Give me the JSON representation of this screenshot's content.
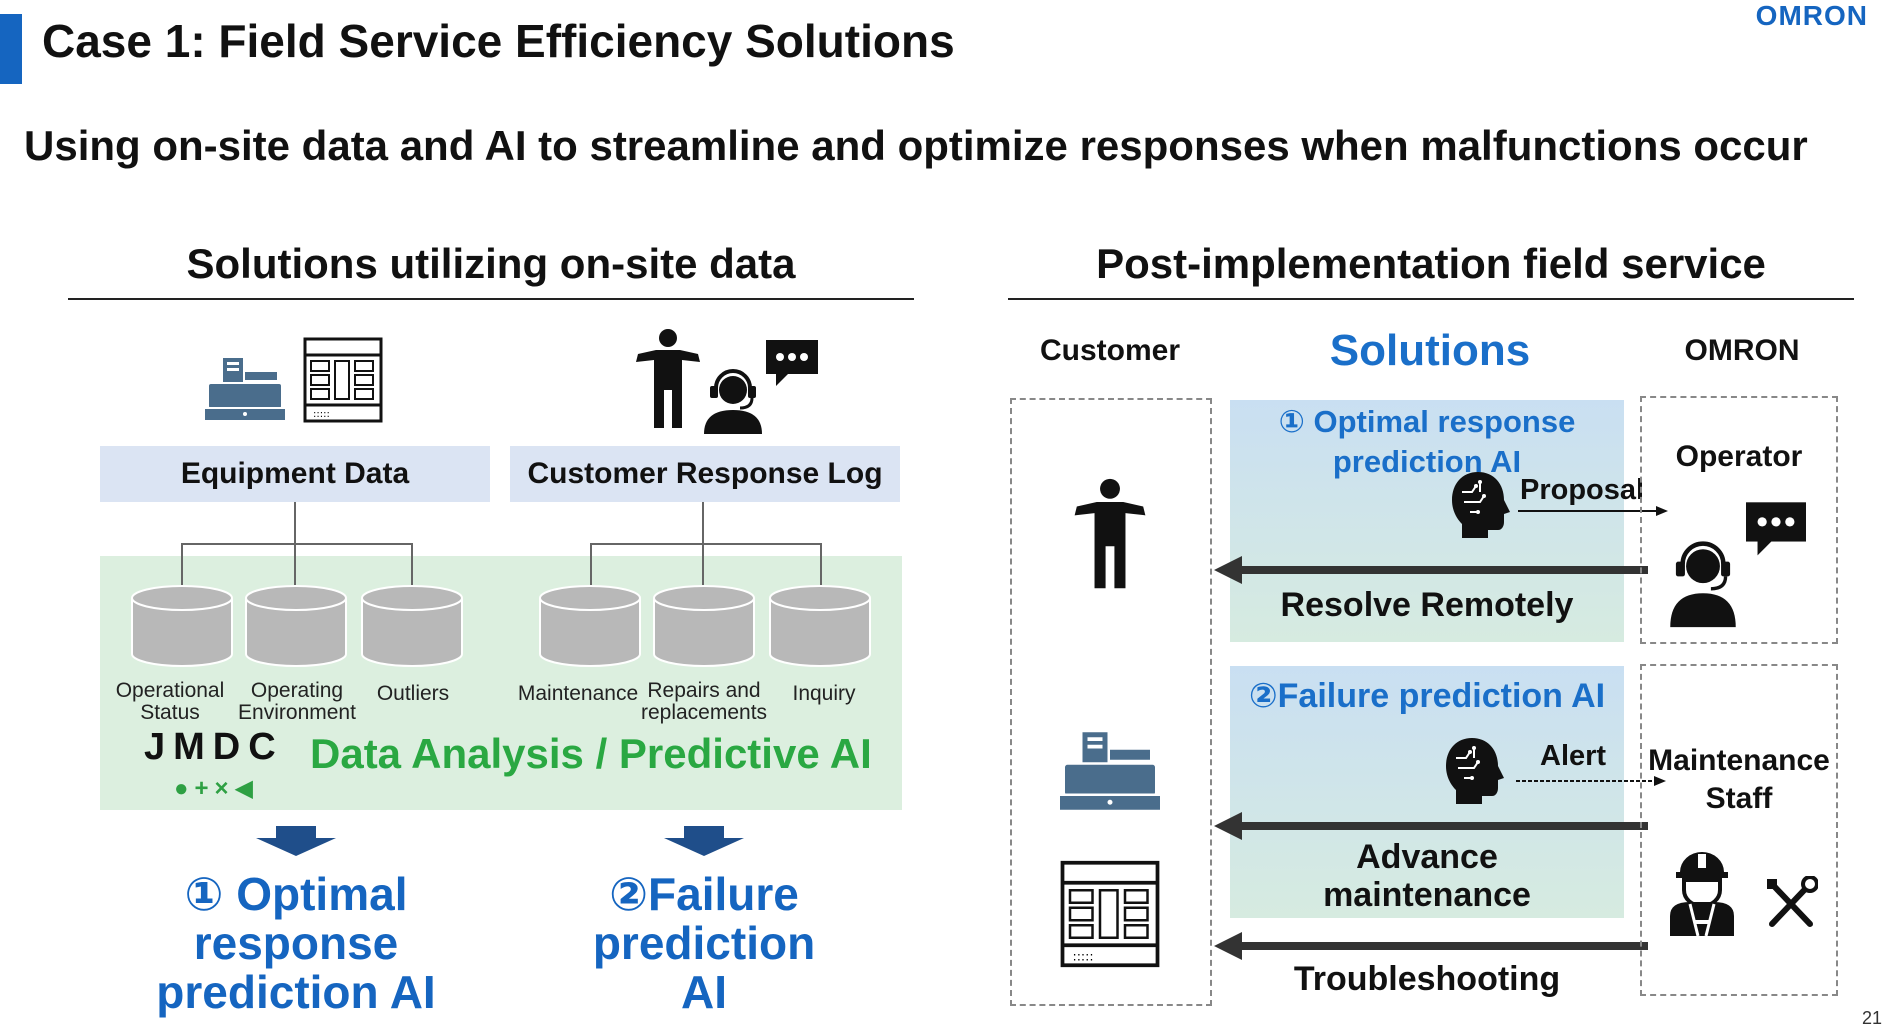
{
  "header": {
    "title": "Case 1: Field Service Efficiency Solutions",
    "logo": "OMRON",
    "subtitle": "Using on-site data and AI to streamline and optimize responses when malfunctions occur"
  },
  "left": {
    "section_title": "Solutions utilizing on-site data",
    "sources": [
      {
        "label": "Equipment Data",
        "icons": [
          "cash-register-icon",
          "server-rack-icon"
        ]
      },
      {
        "label": "Customer Response Log",
        "icons": [
          "person-icon",
          "operator-headset-icon",
          "chat-bubble-icon"
        ]
      }
    ],
    "databases": [
      {
        "label": "Operational\nStatus"
      },
      {
        "label": "Operating\nEnvironment"
      },
      {
        "label": "Outliers"
      },
      {
        "label": "Maintenance"
      },
      {
        "label": "Repairs and\nreplacements"
      },
      {
        "label": "Inquiry"
      }
    ],
    "partner_logo": "JMDC",
    "partner_symbols": "●+×◀",
    "analysis_label": "Data Analysis / Predictive AI",
    "results": [
      {
        "line1": "① Optimal",
        "line2": "response",
        "line3": "prediction AI"
      },
      {
        "line1": "②Failure",
        "line2": "prediction",
        "line3": "AI"
      }
    ]
  },
  "right": {
    "section_title": "Post-implementation field service",
    "columns": {
      "customer": "Customer",
      "solutions": "Solutions",
      "omron": "OMRON"
    },
    "solution1": {
      "title_line1": "① Optimal response",
      "title_line2": "prediction AI",
      "flow_label": "Proposal",
      "action": "Resolve Remotely",
      "role": "Operator"
    },
    "solution2": {
      "title": "②Failure prediction AI",
      "flow_label": "Alert",
      "action_line1": "Advance",
      "action_line2": "maintenance",
      "action2": "Troubleshooting",
      "role_line1": "Maintenance",
      "role_line2": "Staff"
    }
  },
  "colors": {
    "accent_blue": "#1565c0",
    "solution_blue": "#1a6fc9",
    "analysis_green": "#2aa842",
    "source_box": "#dbe4f3",
    "analysis_area": "#dcefdf",
    "equipment_icon": "#4a6d8c"
  },
  "page_number": "21"
}
